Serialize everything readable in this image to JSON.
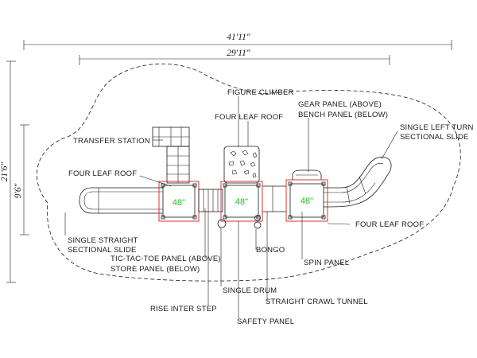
{
  "dimensions": {
    "overall_width": "41'11\"",
    "inner_width": "29'11\"",
    "overall_depth": "21'6\"",
    "inner_depth": "9'6\""
  },
  "decks": [
    "48\"",
    "48\"",
    "48\""
  ],
  "labels": {
    "figure_climber": "FIGURE CLIMBER",
    "four_leaf_roof_top": "FOUR LEAF ROOF",
    "gear_panel": "GEAR PANEL (ABOVE)",
    "bench_panel": "BENCH PANEL (BELOW)",
    "single_left_turn": "SINGLE LEFT TURN",
    "sectional_slide_right": "SECTIONAL SLIDE",
    "transfer_station": "TRANSFER STATION",
    "four_leaf_roof_left": "FOUR LEAF ROOF",
    "four_leaf_roof_right": "FOUR LEAF ROOF",
    "single_straight": "SINGLE STRAIGHT",
    "sectional_slide_left": "SECTIONAL SLIDE",
    "tic_tac_toe": "TIC-TAC-TOE PANEL (ABOVE)",
    "store_panel": "STORE PANEL (BELOW)",
    "bongo": "BONGO",
    "spin_panel": "SPIN PANEL",
    "single_drum": "SINGLE DRUM",
    "rise_inter_step": "RISE INTER STEP",
    "straight_crawl_tunnel": "STRAIGHT CRAWL TUNNEL",
    "safety_panel": "SAFETY PANEL"
  }
}
